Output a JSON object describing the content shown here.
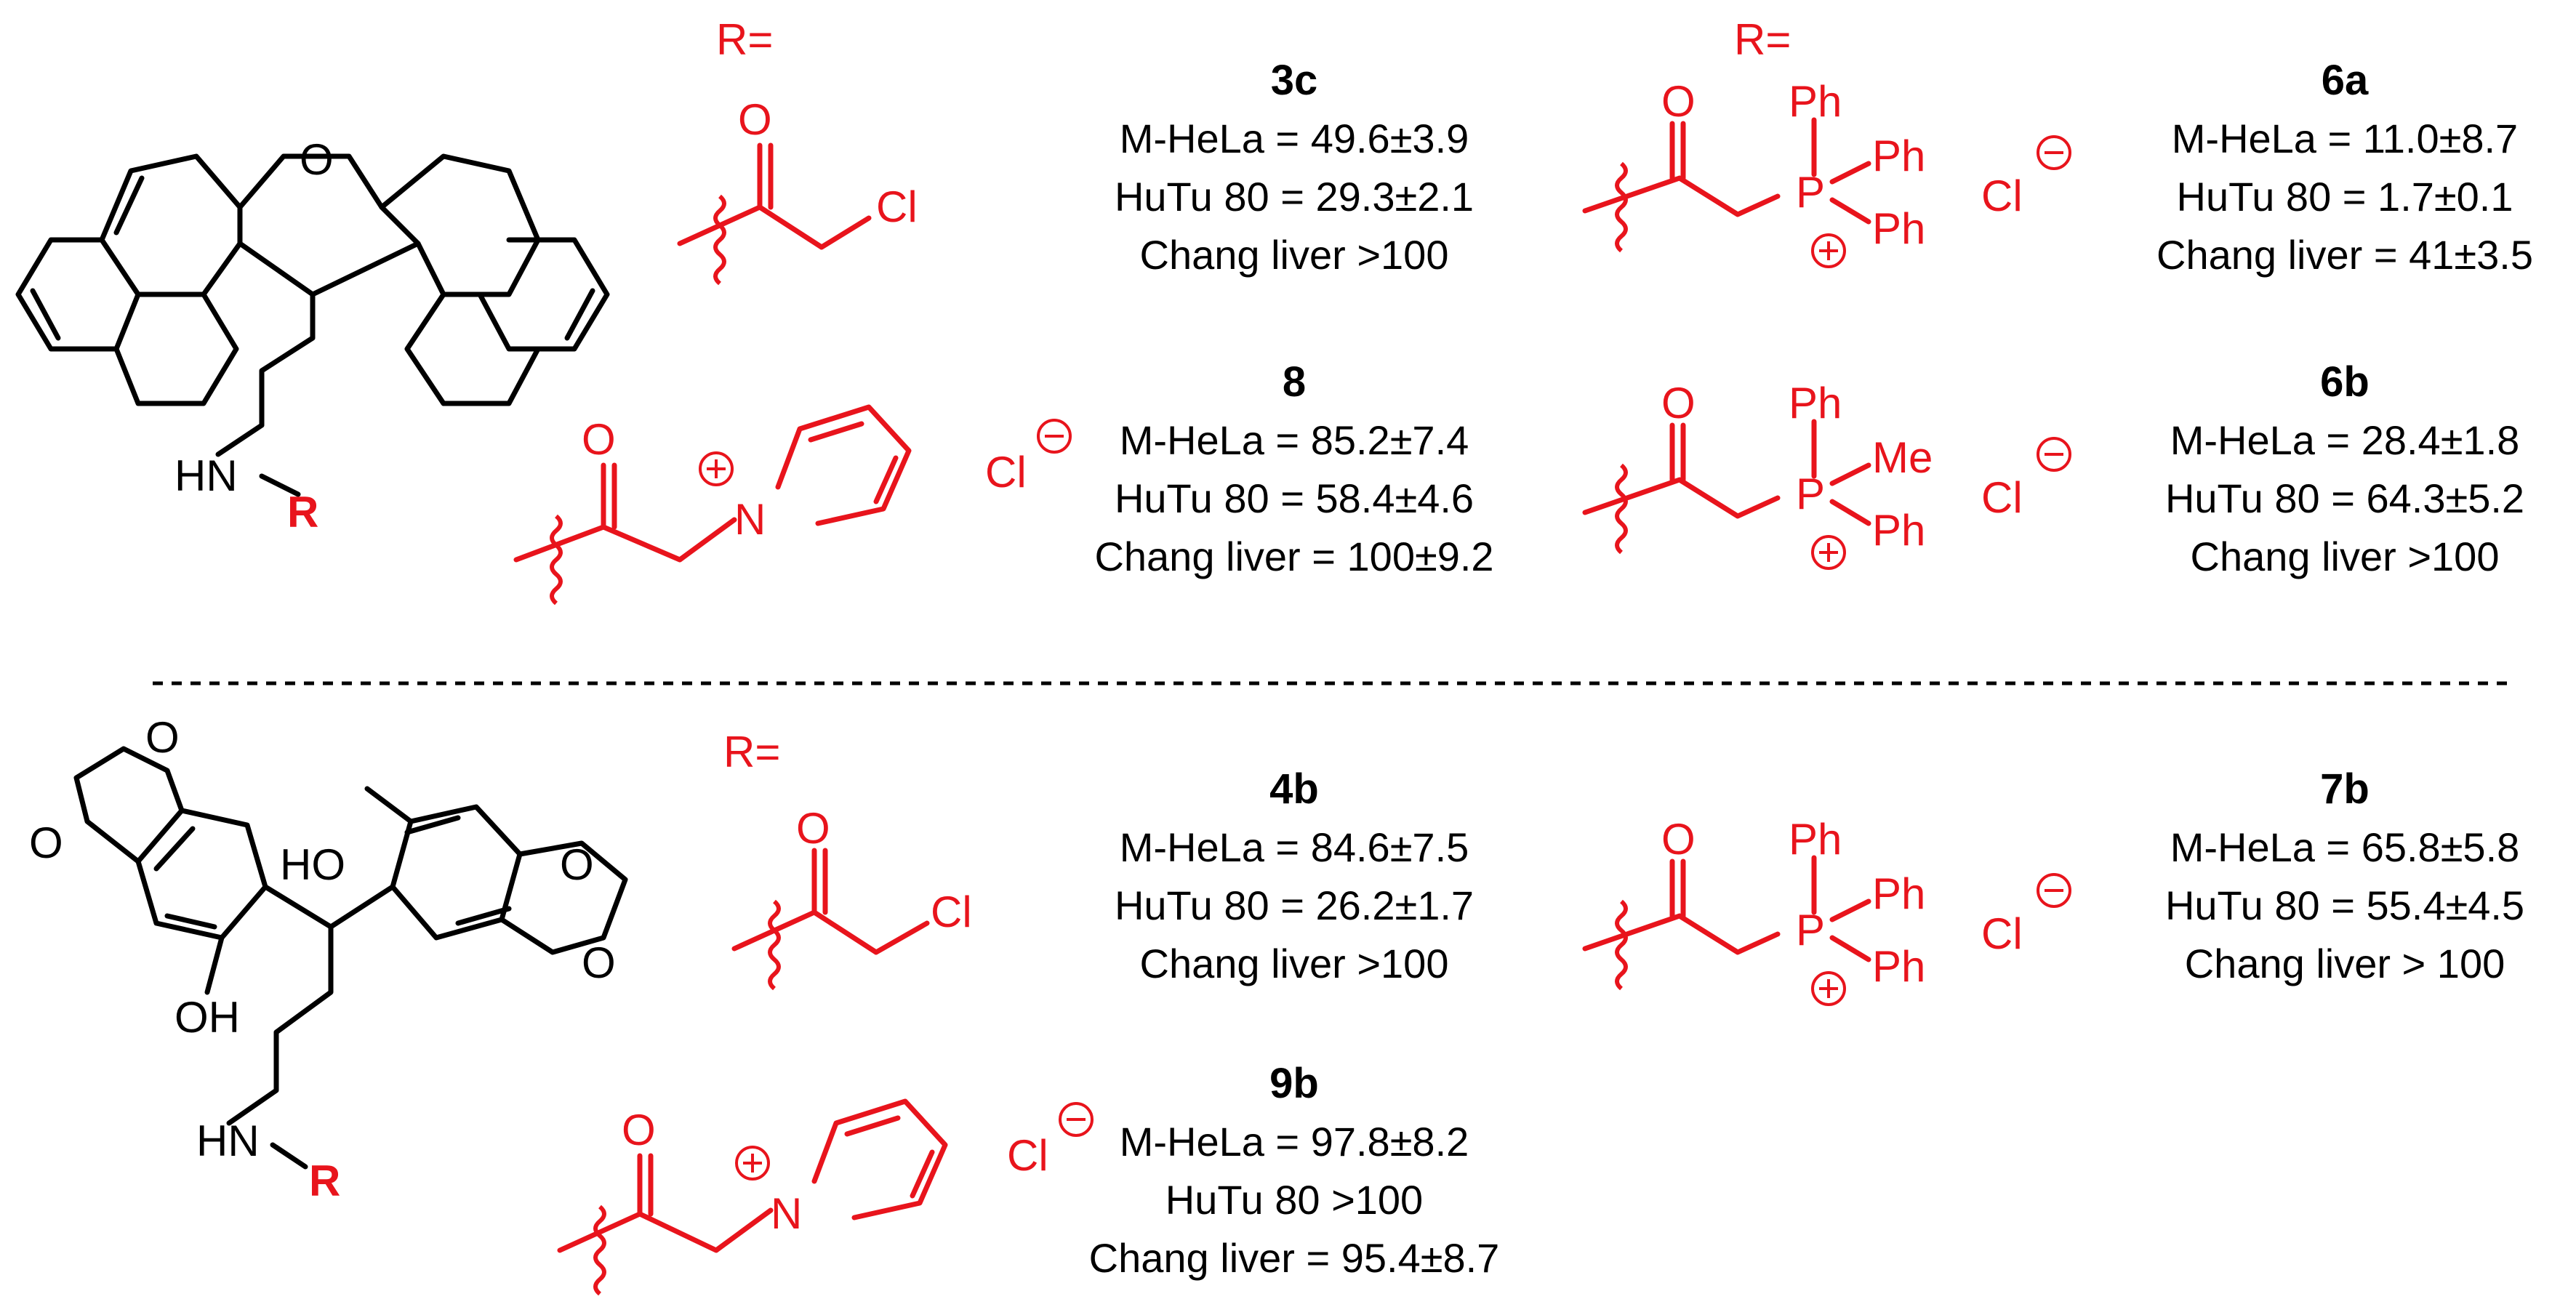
{
  "labels": {
    "r_eq": "R=",
    "r": "R",
    "hn": "HN",
    "o": "O",
    "ho": "HO",
    "oh": "OH",
    "cl": "Cl",
    "cl_minus": "Cl",
    "n": "N",
    "p": "P",
    "ph": "Ph",
    "me": "Me"
  },
  "compounds": [
    {
      "id": "3c",
      "lines": [
        "M-HeLa = 49.6±3.9",
        "HuTu 80 = 29.3±2.1",
        "Chang liver >100"
      ]
    },
    {
      "id": "8",
      "lines": [
        "M-HeLa = 85.2±7.4",
        "HuTu 80 = 58.4±4.6",
        "Chang liver = 100±9.2"
      ]
    },
    {
      "id": "6a",
      "lines": [
        "M-HeLa = 11.0±8.7",
        "HuTu 80 = 1.7±0.1",
        "Chang liver = 41±3.5"
      ]
    },
    {
      "id": "6b",
      "lines": [
        "M-HeLa = 28.4±1.8",
        "HuTu 80 = 64.3±5.2",
        "Chang liver >100"
      ]
    },
    {
      "id": "4b",
      "lines": [
        "M-HeLa = 84.6±7.5",
        "HuTu 80 = 26.2±1.7",
        "Chang liver >100"
      ]
    },
    {
      "id": "9b",
      "lines": [
        "M-HeLa = 97.8±8.2",
        "HuTu 80 >100",
        "Chang liver = 95.4±8.7"
      ]
    },
    {
      "id": "7b",
      "lines": [
        "M-HeLa = 65.8±5.8",
        "HuTu 80 = 55.4±4.5",
        "Chang liver > 100"
      ]
    }
  ],
  "colors": {
    "substituent": "#e8141c",
    "scaffold": "#000000"
  }
}
